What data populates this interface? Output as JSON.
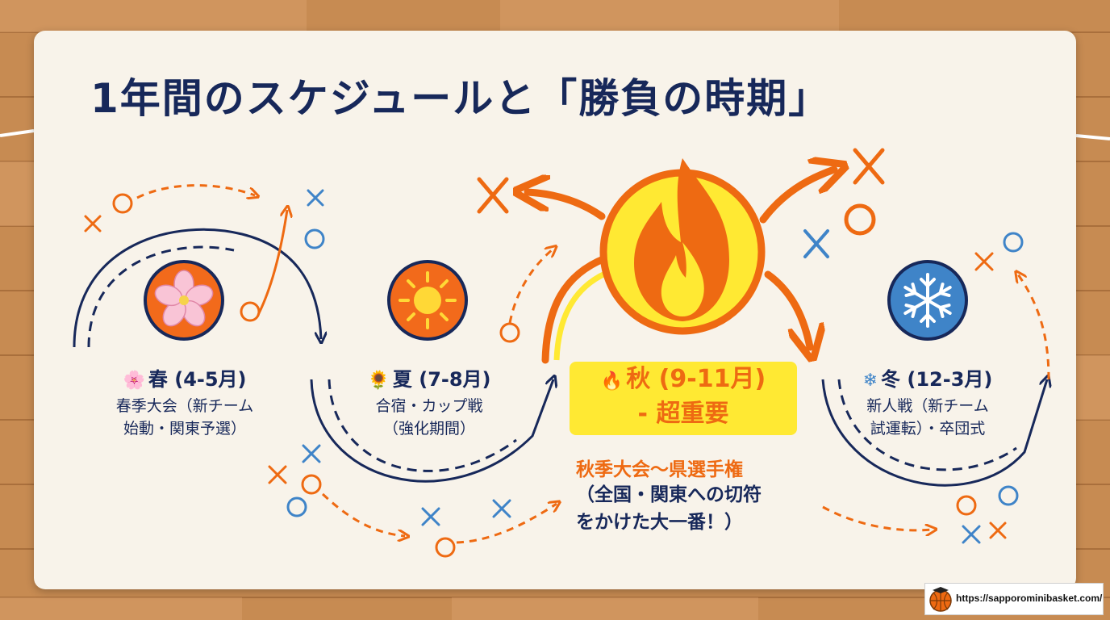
{
  "title": "1年間のスケジュールと「勝負の時期」",
  "seasons": {
    "spring": {
      "emoji": "🌸",
      "label": "春 (4-5月)",
      "desc1": "春季大会（新チーム",
      "desc2": "始動・関東予選）"
    },
    "summer": {
      "emoji": "🌻",
      "label": "夏 (7-8月)",
      "desc1": "合宿・カップ戦",
      "desc2": "（強化期間）"
    },
    "autumn": {
      "emoji": "🔥",
      "label": "秋 (9-11月)",
      "importance": "- 超重要",
      "sub": "秋季大会〜県選手権",
      "desc1": "（全国・関東への切符",
      "desc2": "をかけた大一番！）"
    },
    "winter": {
      "emoji": "❄",
      "label": "冬 (12-3月)",
      "desc1": "新人戦（新チーム",
      "desc2": "試運転）・卒団式"
    }
  },
  "icons": {
    "spring": "cherry-blossom-icon",
    "summer": "sun-icon",
    "autumn": "flame-icon",
    "winter": "snowflake-icon"
  },
  "colors": {
    "navy": "#17285a",
    "orange": "#ee6a12",
    "yellow": "#ffe933",
    "blue": "#3f84c8",
    "card": "#f8f3ea"
  },
  "footer": {
    "url": "https://sapporominibasket.com/"
  }
}
